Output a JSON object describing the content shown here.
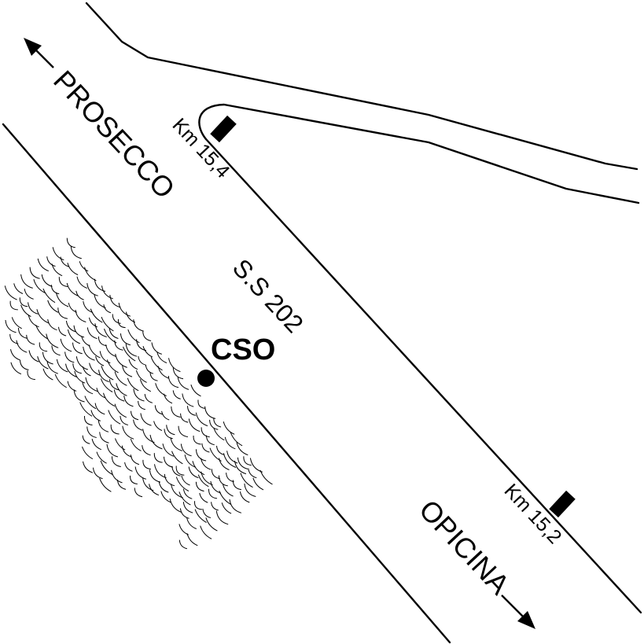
{
  "labels": {
    "prosecco": "PROSECCO",
    "opicina": "OPICINA",
    "road": "S.S 202",
    "km_upper": "Km 15,4",
    "km_lower": "Km 15,2",
    "station": "CSO"
  },
  "colors": {
    "ink": "#000000",
    "background": "#ffffff"
  }
}
